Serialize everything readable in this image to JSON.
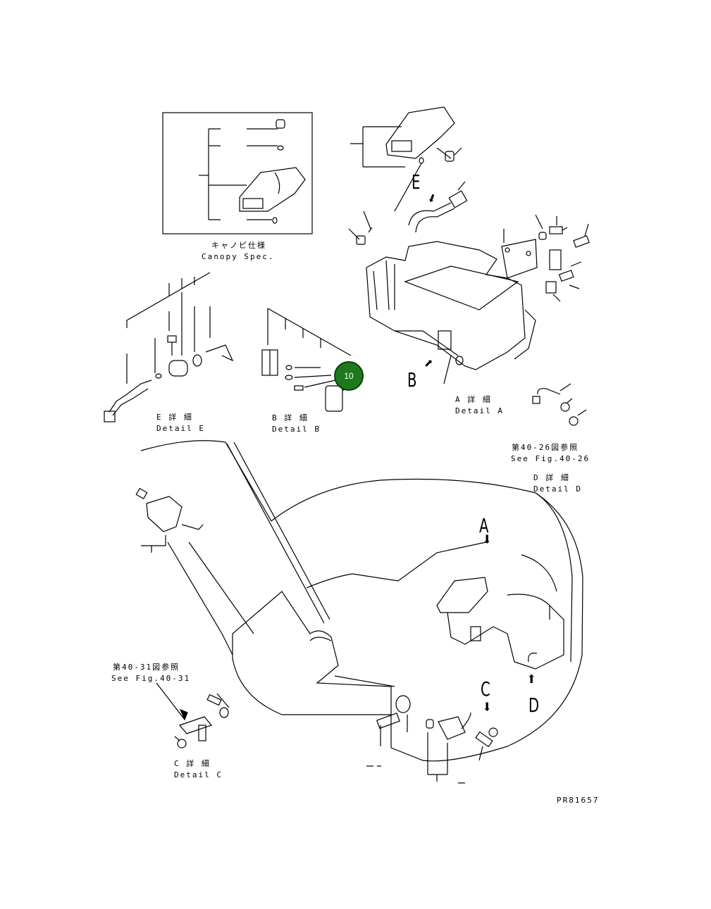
{
  "canopy": {
    "jp": "キャノピ仕様",
    "en": "Canopy Spec."
  },
  "detail_e": {
    "letter": "E",
    "jp": "E 詳 細",
    "en": "Detail E"
  },
  "detail_b": {
    "letter": "B",
    "jp": "B 詳 細",
    "en": "Detail B"
  },
  "detail_a": {
    "letter": "A",
    "jp": "A 詳 細",
    "en": "Detail A"
  },
  "detail_d": {
    "letter": "D",
    "jp": "D 詳 細",
    "en": "Detail D",
    "ref_jp": "第40-26図参照",
    "ref_en": "See Fig.40-26"
  },
  "detail_c": {
    "letter": "C",
    "jp": "C 詳 細",
    "en": "Detail C",
    "ref_jp": "第40-31図参照",
    "ref_en": "See Fig.40-31"
  },
  "callout": {
    "number": "10",
    "color": "#1c7a1c"
  },
  "drawing_number": "PR81657",
  "line_color": "#000000"
}
